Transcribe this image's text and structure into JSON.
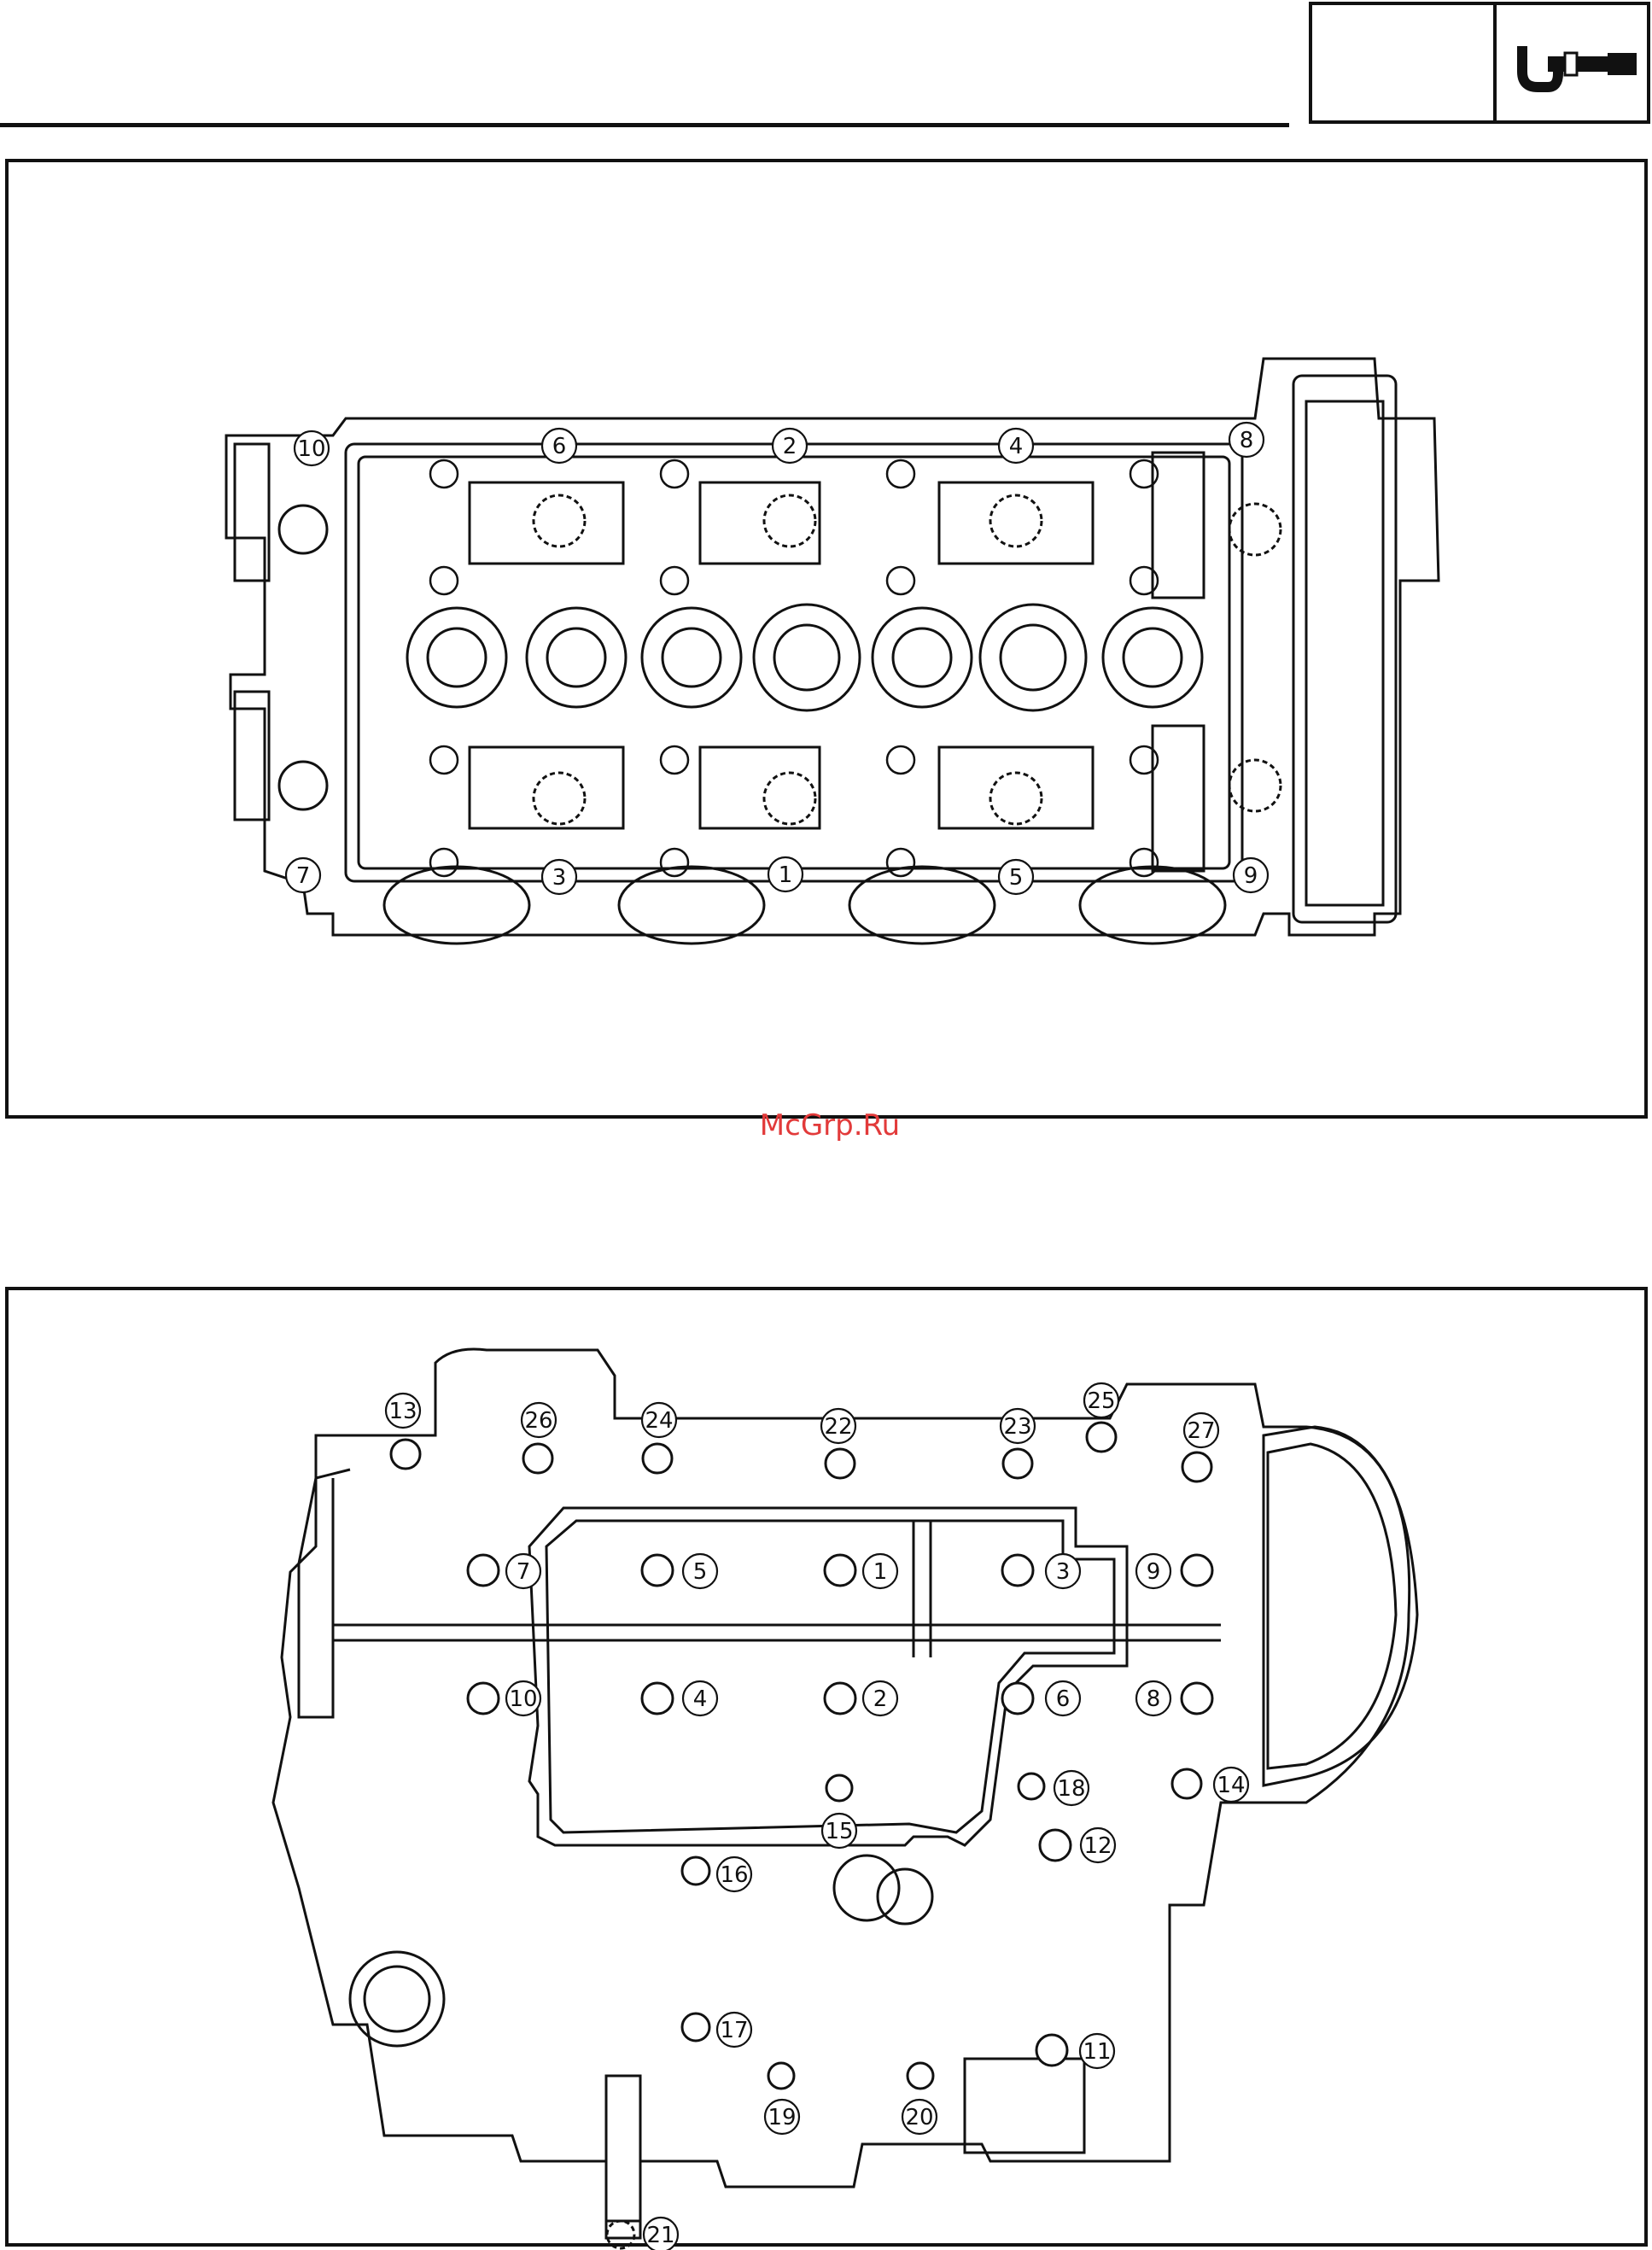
{
  "watermark": "McGrp.Ru",
  "icons": {
    "header": "micrometer-icon"
  },
  "top_diagram": {
    "description_role": "cylinder-head-top-view",
    "callouts": [
      "1",
      "2",
      "3",
      "4",
      "5",
      "6",
      "7",
      "8",
      "9",
      "10"
    ]
  },
  "bottom_diagram": {
    "description_role": "crankcase-bottom-view",
    "callouts": [
      "1",
      "2",
      "3",
      "4",
      "5",
      "6",
      "7",
      "8",
      "9",
      "10",
      "11",
      "12",
      "13",
      "14",
      "15",
      "16",
      "17",
      "18",
      "19",
      "20",
      "21",
      "22",
      "23",
      "24",
      "25",
      "26",
      "27"
    ]
  }
}
